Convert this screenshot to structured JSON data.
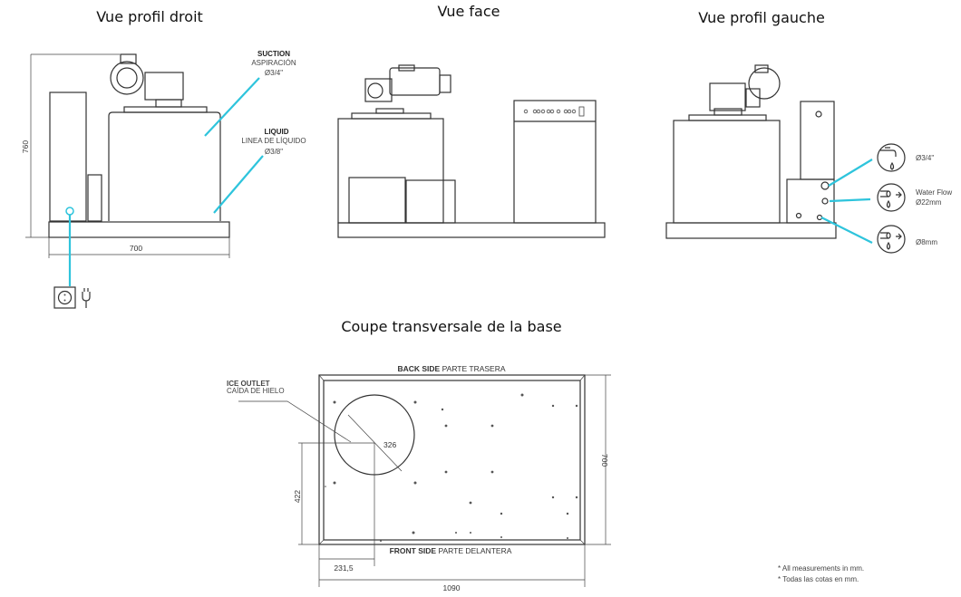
{
  "views": {
    "right_profile": {
      "title": "Vue profil droit",
      "height_dim": "760",
      "width_dim": "700",
      "suction": {
        "title": "SUCTION",
        "subtitle": "ASPIRACIÓN",
        "size": "Ø3/4\""
      },
      "liquid": {
        "title": "LIQUID",
        "subtitle": "LINEA DE LÍQUIDO",
        "size": "Ø3/8\""
      },
      "icons": [
        "power-outlet-icon",
        "plug-icon"
      ]
    },
    "front": {
      "title": "Vue face"
    },
    "left_profile": {
      "title": "Vue profil gauche",
      "connections": [
        {
          "icon": "water-tap-icon",
          "label": "Ø3/4\""
        },
        {
          "icon": "water-flow-pipe-icon",
          "label": "Water Flow",
          "size": "Ø22mm"
        },
        {
          "icon": "drain-pipe-icon",
          "label": "Ø8mm"
        }
      ]
    },
    "base_section": {
      "title": "Coupe transversale de la base",
      "back_bold": "BACK SIDE",
      "back": "PARTE TRASERA",
      "front_bold": "FRONT SIDE",
      "front": "PARTE DELANTERA",
      "ice_outlet": "ICE OUTLET",
      "ice_outlet_es": "CAÍDA DE HIELO",
      "diameter": "326",
      "depth_dim": "700",
      "outlet_y_dim": "422",
      "outlet_x_dim": "231,5",
      "width_dim": "1090"
    }
  },
  "notes": [
    "* All measurements in mm.",
    "* Todas las cotas en mm."
  ],
  "colors": {
    "callout": "#2ec4dc",
    "lines": "#333333"
  }
}
